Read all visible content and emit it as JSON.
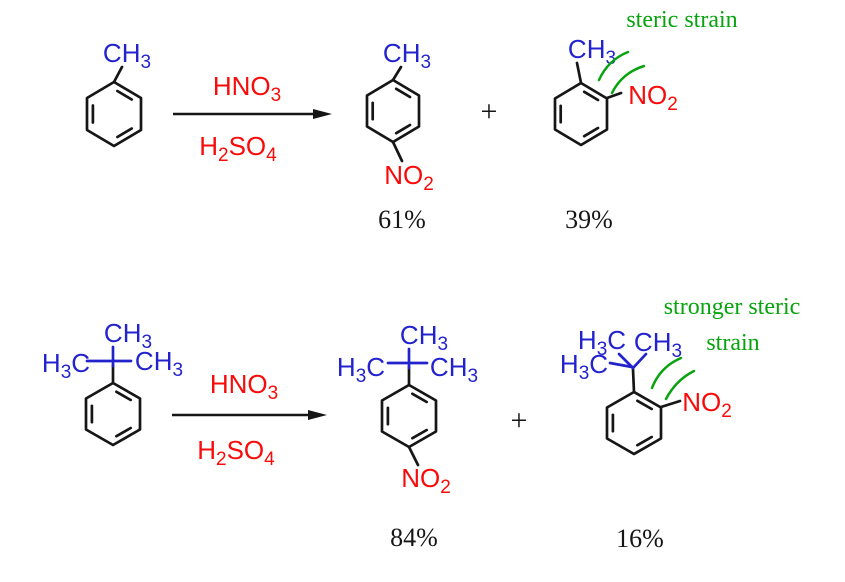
{
  "colors": {
    "carbon_black": "#161616",
    "substituent_blue": "#2323cd",
    "reagent_red": "#f80b0b",
    "annotation_green": "#09a30f"
  },
  "reaction1": {
    "reactant_methyl": {
      "a": "CH",
      "b": "3"
    },
    "reagent_above_arrow": {
      "a": "HNO",
      "b": "3"
    },
    "reagent_below_arrow": {
      "a": "H",
      "b": "2",
      "c": "SO",
      "d": "4"
    },
    "plus": "+",
    "para_product": {
      "methyl": {
        "a": "CH",
        "b": "3"
      },
      "nitro": {
        "a": "NO",
        "b": "2"
      },
      "yield": "61%"
    },
    "ortho_product": {
      "annotation": "steric strain",
      "methyl": {
        "a": "CH",
        "b": "3"
      },
      "nitro": {
        "a": "NO",
        "b": "2"
      },
      "yield": "39%"
    }
  },
  "reaction2": {
    "reactant_tbu": {
      "top": {
        "a": "CH",
        "b": "3"
      },
      "left": {
        "a": "H",
        "b": "3",
        "c": "C"
      },
      "right": {
        "a": "CH",
        "b": "3"
      }
    },
    "reagent_above_arrow": {
      "a": "HNO",
      "b": "3"
    },
    "reagent_below_arrow": {
      "a": "H",
      "b": "2",
      "c": "SO",
      "d": "4"
    },
    "plus": "+",
    "para_product": {
      "tbu_top": {
        "a": "CH",
        "b": "3"
      },
      "tbu_left": {
        "a": "H",
        "b": "3",
        "c": "C"
      },
      "tbu_right": {
        "a": "CH",
        "b": "3"
      },
      "nitro": {
        "a": "NO",
        "b": "2"
      },
      "yield": "84%"
    },
    "ortho_product": {
      "annotation_line1": "stronger steric",
      "annotation_line2": "strain",
      "tbu_top_left": {
        "a": "H",
        "b": "3",
        "c": "C"
      },
      "tbu_top_right": {
        "a": "CH",
        "b": "3"
      },
      "tbu_mid_left": {
        "a": "H",
        "b": "3",
        "c": "C"
      },
      "nitro": {
        "a": "NO",
        "b": "2"
      },
      "yield": "16%"
    }
  }
}
